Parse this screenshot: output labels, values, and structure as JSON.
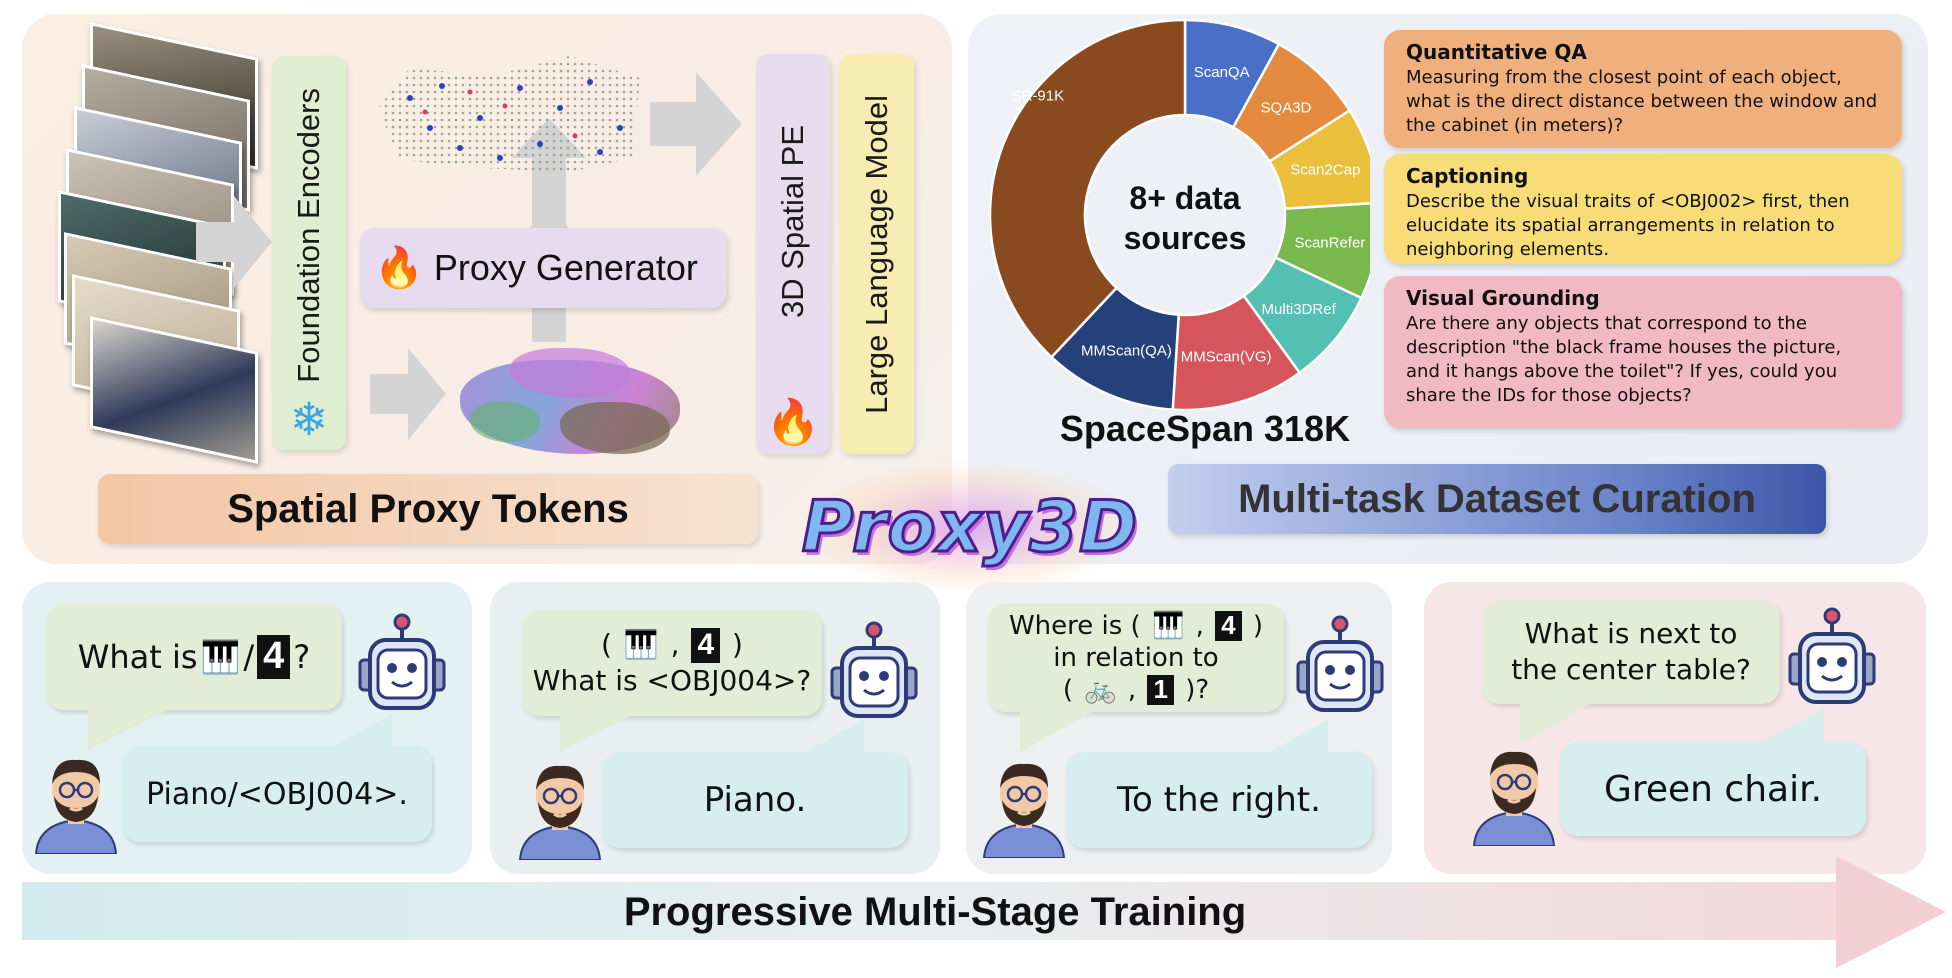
{
  "spatial_proxy": {
    "foundation_encoders": "Foundation Encoders",
    "proxy_generator": "Proxy Generator",
    "spatial_pe": "3D Spatial PE",
    "llm": "Large Language Model",
    "title": "Spatial Proxy Tokens"
  },
  "logo": {
    "text": "Proxy3D"
  },
  "dataset": {
    "center_line1": "8+ data",
    "center_line2": "sources",
    "name": "SpaceSpan 318K",
    "title": "Multi-task Dataset Curation",
    "segments": [
      {
        "label": "ScanQA",
        "value": 8,
        "color": "#4a6fc7"
      },
      {
        "label": "SQA3D",
        "value": 8,
        "color": "#e48a3f"
      },
      {
        "label": "Scan2Cap",
        "value": 8,
        "color": "#e9bf3c"
      },
      {
        "label": "ScanRefer",
        "value": 8,
        "color": "#79b84d"
      },
      {
        "label": "Multi3DRef",
        "value": 8,
        "color": "#54c0b3"
      },
      {
        "label": "MMScan(VG)",
        "value": 11,
        "color": "#d6545c"
      },
      {
        "label": "MMScan(QA)",
        "value": 11,
        "color": "#24417a"
      },
      {
        "label": "SR-91K",
        "value": 38,
        "color": "#8a4a1f"
      }
    ],
    "cards": [
      {
        "title": "Quantitative QA",
        "body": "Measuring from the closest point of each object, what is the direct distance between the window and the cabinet (in meters)?",
        "color": "#efb07d"
      },
      {
        "title": "Captioning",
        "body": "Describe the visual traits of <OBJ002> first, then elucidate its spatial arrangements in relation to neighboring elements.",
        "color": "#f7dc78"
      },
      {
        "title": "Visual Grounding",
        "body": "Are there any objects that correspond to the description \"the black frame houses the picture, and it hangs above the toilet\"? If yes, could you share the IDs for those objects?",
        "color": "#f1b9c1"
      }
    ]
  },
  "stages": [
    {
      "q_pre": "What is",
      "q_sep": "/",
      "q_num": "4",
      "q_post": "?",
      "answer": "Piano/<OBJ004>."
    },
    {
      "q_open": "(",
      "q_comma": ",",
      "q_num": "4",
      "q_close": ")",
      "q_line2": "What is <OBJ004>?",
      "answer": "Piano."
    },
    {
      "q_line1a": "Where is (",
      "q_comma": ",",
      "q_num": "4",
      "q_line1b": ")",
      "q_line2": "in relation to",
      "q_open": "(",
      "q_comma2": ",",
      "q_num2": "1",
      "q_close": ")?",
      "answer": "To the right."
    },
    {
      "q_line1": "What is next to",
      "q_line2": "the center table?",
      "answer": "Green chair."
    }
  ],
  "training": {
    "title": "Progressive Multi-Stage Training"
  },
  "icons": {
    "flame": "flame-icon",
    "snowflake": "snowflake-icon",
    "piano": "piano-icon",
    "bicycle": "bicycle-icon",
    "robot": "robot-icon",
    "person": "person-avatar"
  }
}
